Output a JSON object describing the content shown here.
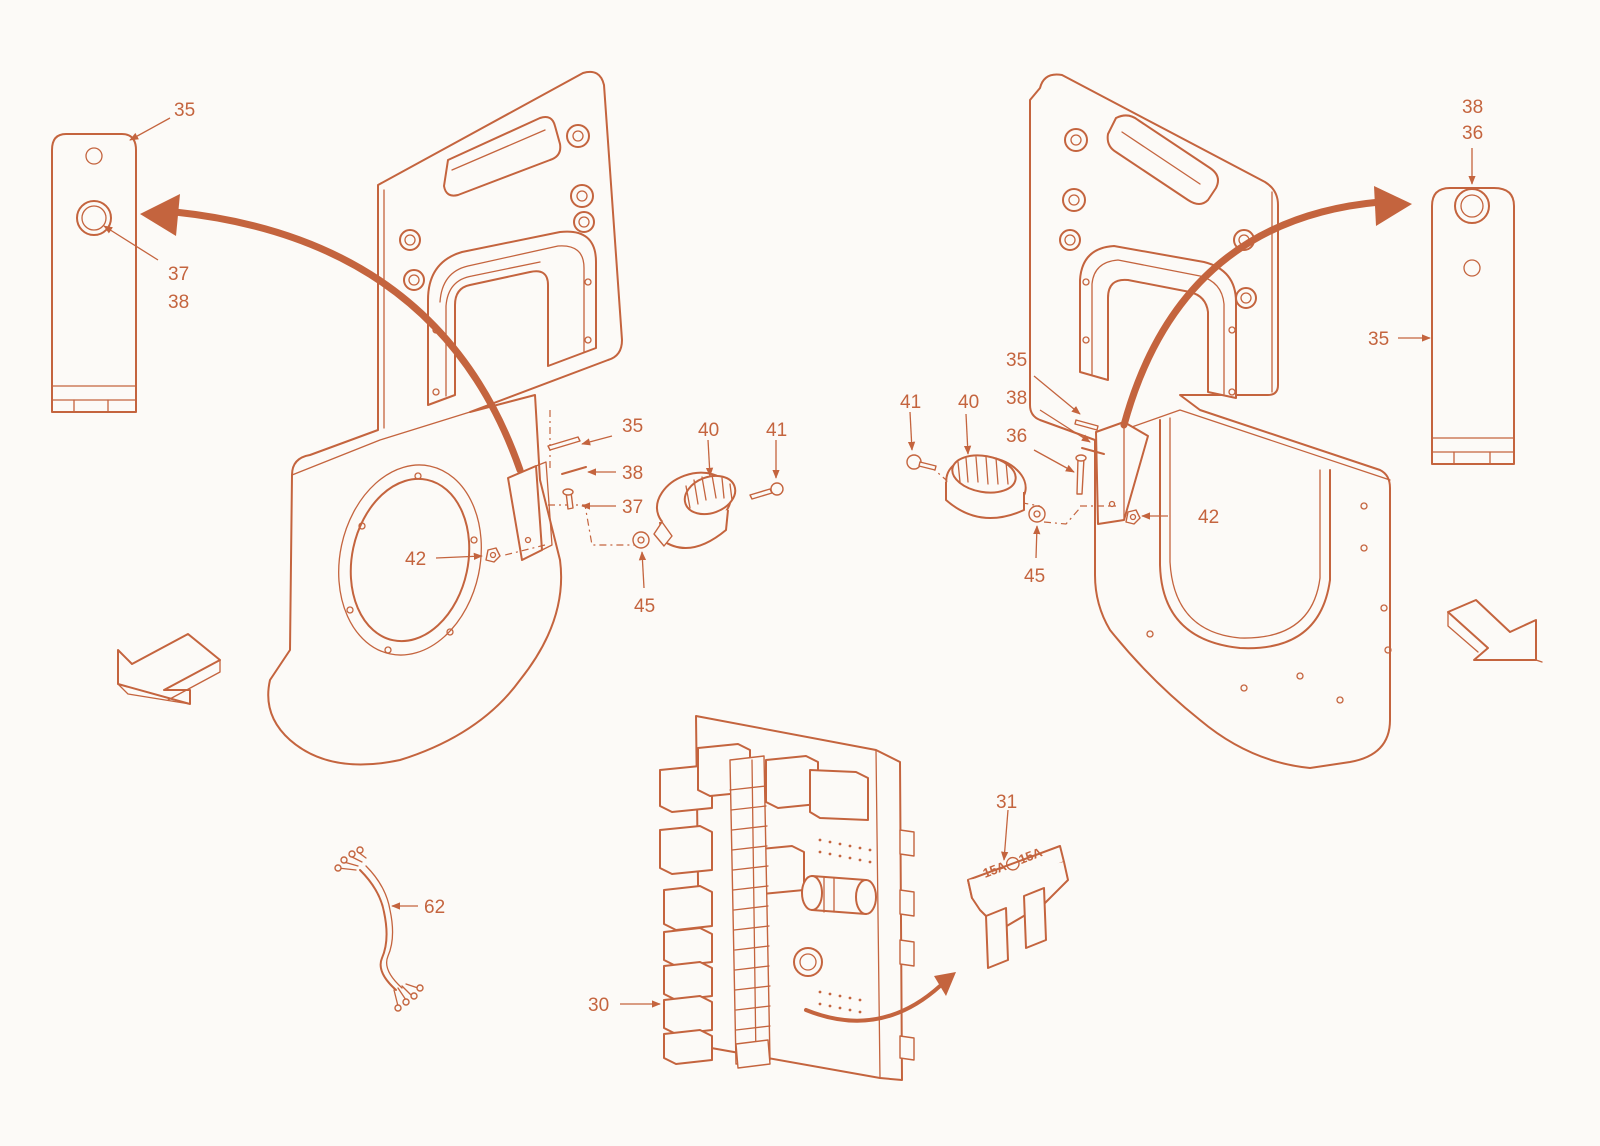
{
  "labels": {
    "l35_top_left": "35",
    "l37_left": "37",
    "l38_left": "38",
    "l38_top_right": "38",
    "l36_top_right": "36",
    "l35_right": "35",
    "l35_mid_left": "35",
    "l38_mid_left": "38",
    "l37_mid_left": "37",
    "l40_left": "40",
    "l41_left": "41",
    "l42_left": "42",
    "l45_left": "45",
    "l41_right": "41",
    "l40_right": "40",
    "l35_mid_right": "35",
    "l38_mid_right": "38",
    "l36_mid_right": "36",
    "l42_right": "42",
    "l45_right": "45",
    "l31": "31",
    "l30": "30",
    "l62": "62"
  },
  "fuse_marking": "15A◯15A",
  "colors": {
    "line": "#c4643e",
    "background": "#fcfaf7"
  }
}
